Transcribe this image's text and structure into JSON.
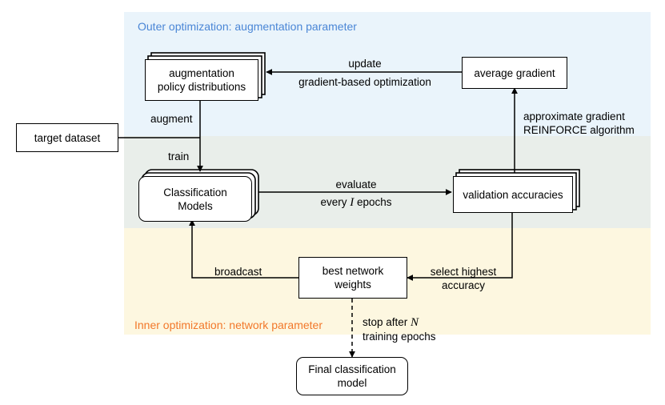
{
  "regions": {
    "outer_title": "Outer optimization: augmentation parameter",
    "inner_title": "Inner optimization: network parameter"
  },
  "nodes": {
    "augmentation_policy": {
      "line1": "augmentation",
      "line2": "policy distributions"
    },
    "average_gradient": "average gradient",
    "target_dataset": "target dataset",
    "classification_models": {
      "line1": "Classification",
      "line2": "Models"
    },
    "validation_accuracies": "validation accuracies",
    "best_network_weights": {
      "line1": "best network",
      "line2": "weights"
    },
    "final_model": {
      "line1": "Final classification",
      "line2": "model"
    }
  },
  "edges": {
    "update": {
      "line1": "update",
      "line2": "gradient-based optimization"
    },
    "augment": "augment",
    "train": "train",
    "approx_gradient": {
      "line1": "approximate gradient",
      "line2": "REINFORCE algorithm"
    },
    "evaluate": {
      "line1": "evaluate",
      "line2_prefix": "every ",
      "line2_var": "I",
      "line2_suffix": " epochs"
    },
    "broadcast": "broadcast",
    "select_highest": {
      "line1": "select highest",
      "line2": "accuracy"
    },
    "stop_after": {
      "line1_prefix": "stop after ",
      "line1_var": "N",
      "line2": "training epochs"
    }
  },
  "colors": {
    "outer_bg": "#eaf4fb",
    "mid_bg": "#e9eeea",
    "inner_bg": "#fdf7e0",
    "outer_title": "#4a86d6",
    "inner_title": "#f2782a"
  }
}
